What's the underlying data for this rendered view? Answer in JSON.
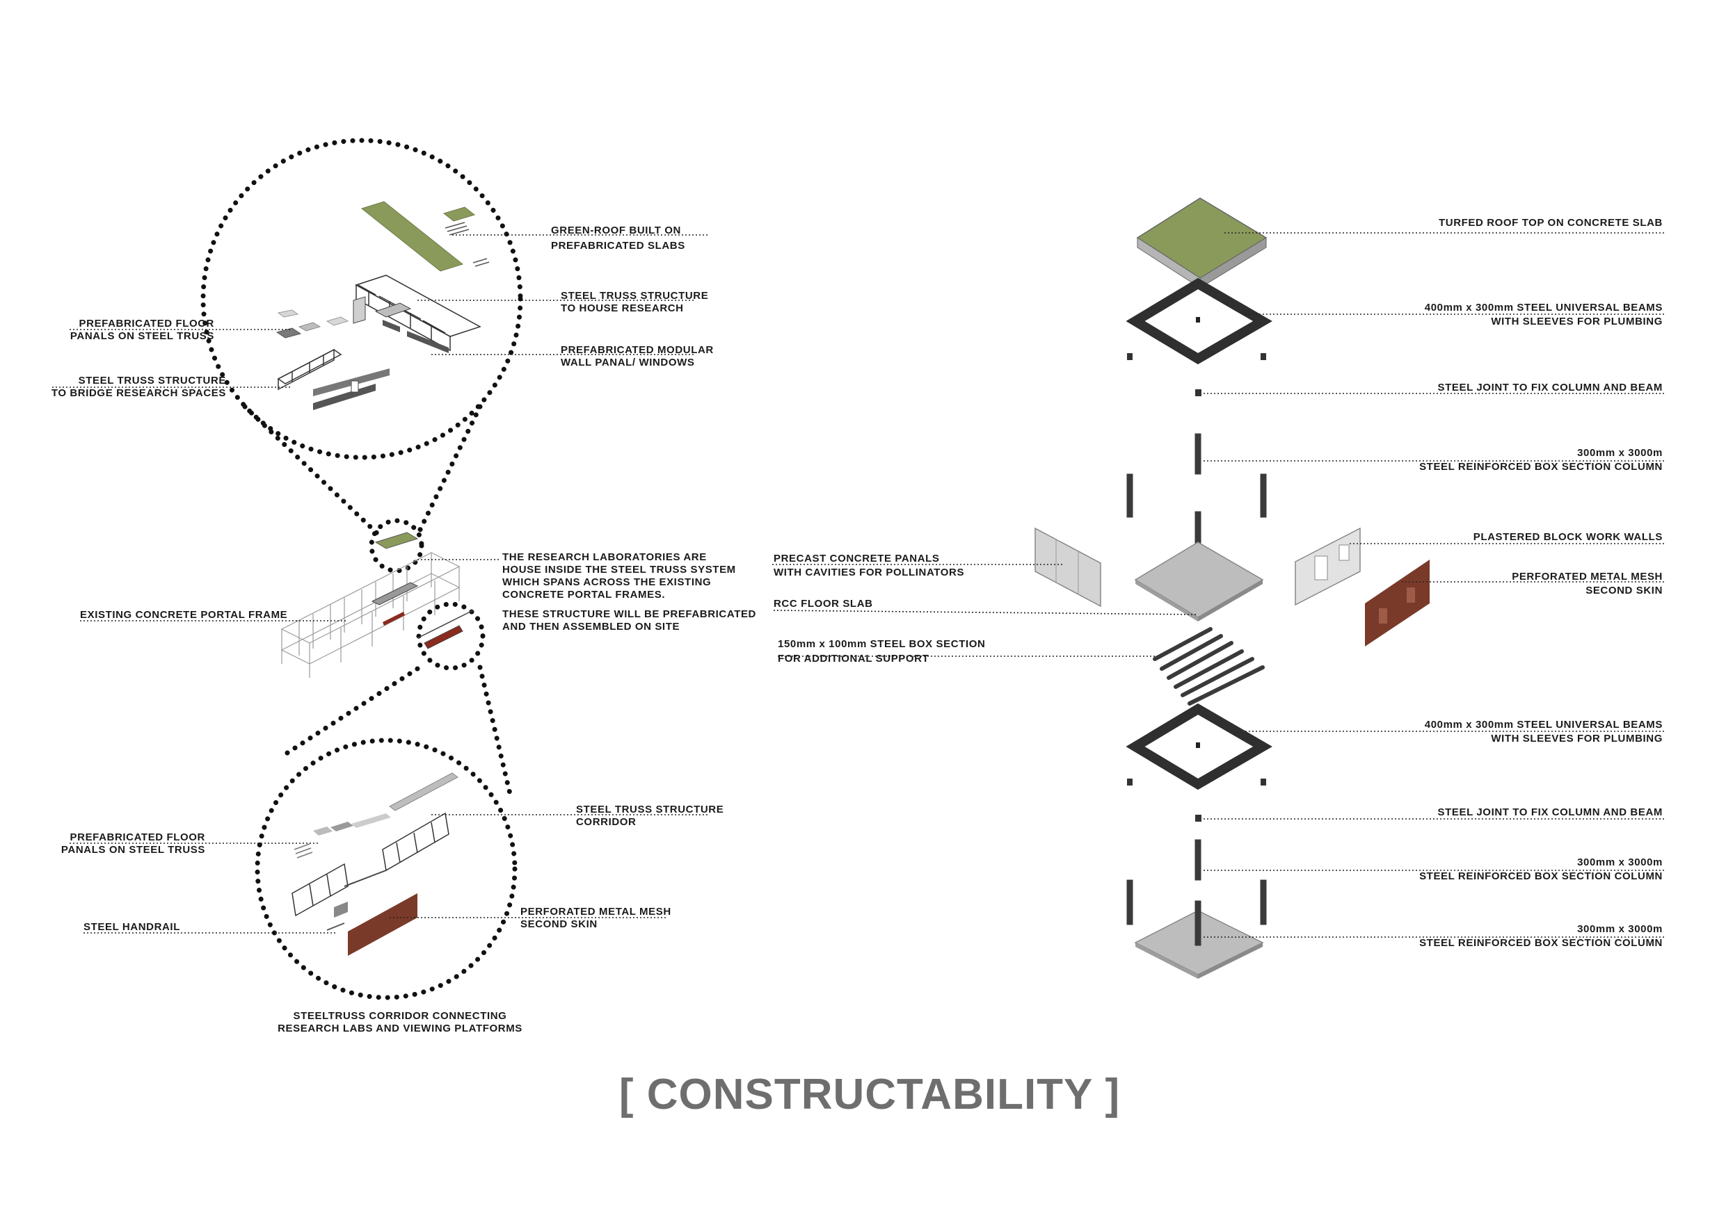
{
  "title": "[ CONSTRUCTABILITY ]",
  "colors": {
    "green_roof": "#8a9a5b",
    "concrete": "#bdbdbd",
    "steel": "#2f2f2f",
    "mesh": "#7a3a2a",
    "title_grey": "#6e6e6e"
  },
  "left_labels": {
    "green_roof": [
      "GREEN-ROOF BUILT ON",
      "PREFABRICATED SLABS"
    ],
    "truss_house": [
      "STEEL TRUSS STRUCTURE",
      "TO HOUSE RESEARCH"
    ],
    "modular_wall": [
      "PREFABRICATED MODULAR",
      "WALL PANAL/ WINDOWS"
    ],
    "floor_panels_top": [
      "PREFABRICATED FLOOR",
      "PANALS ON STEEL TRUSS"
    ],
    "truss_bridge": [
      "STEEL TRUSS STRUCTURE",
      "TO BRIDGE RESEARCH SPACES"
    ],
    "research_labs": [
      "THE RESEARCH LABORATORIES ARE",
      "HOUSE INSIDE THE STEEL TRUSS SYSTEM",
      "WHICH SPANS ACROSS THE EXISTING",
      "CONCRETE PORTAL FRAMES."
    ],
    "prefab_note": [
      "THESE STRUCTURE WILL BE PREFABRICATED",
      "AND THEN ASSEMBLED ON SITE"
    ],
    "portal_frame": [
      "EXISTING CONCRETE PORTAL FRAME"
    ],
    "truss_corridor": [
      "STEEL TRUSS STRUCTURE",
      "CORRIDOR"
    ],
    "floor_panels_bottom": [
      "PREFABRICATED FLOOR",
      "PANALS ON STEEL TRUSS"
    ],
    "mesh_skin": [
      "PERFORATED METAL MESH",
      "SECOND SKIN"
    ],
    "handrail": [
      "STEEL HANDRAIL"
    ],
    "corridor_caption": [
      "STEELTRUSS CORRIDOR CONNECTING",
      "RESEARCH LABS AND VIEWING PLATFORMS"
    ]
  },
  "right_labels": {
    "turfed_roof": [
      "TURFED ROOF TOP ON CONCRETE SLAB"
    ],
    "beams_top": [
      "400mm x 300mm STEEL UNIVERSAL BEAMS",
      "WITH SLEEVES FOR PLUMBING"
    ],
    "joint_top": [
      "STEEL JOINT TO FIX COLUMN AND BEAM"
    ],
    "column_top": [
      "300mm x 3000m",
      "STEEL REINFORCED BOX SECTION COLUMN"
    ],
    "block_walls": [
      "PLASTERED BLOCK WORK  WALLS"
    ],
    "mesh_right": [
      "PERFORATED METAL MESH",
      "SECOND SKIN"
    ],
    "precast_panels": [
      "PRECAST CONCRETE PANALS",
      "WITH CAVITIES FOR POLLINATORS"
    ],
    "rcc_slab": [
      "RCC FLOOR SLAB"
    ],
    "box_section": [
      "150mm x 100mm STEEL BOX SECTION",
      "FOR ADDITIONAL SUPPORT"
    ],
    "beams_bottom": [
      "400mm x 300mm STEEL UNIVERSAL BEAMS",
      "WITH SLEEVES FOR PLUMBING"
    ],
    "joint_bottom": [
      "STEEL JOINT TO FIX COLUMN AND BEAM"
    ],
    "column_mid": [
      "300mm x 3000m",
      "STEEL REINFORCED BOX SECTION COLUMN"
    ],
    "column_bottom": [
      "300mm x 3000m",
      "STEEL REINFORCED BOX SECTION COLUMN"
    ]
  }
}
